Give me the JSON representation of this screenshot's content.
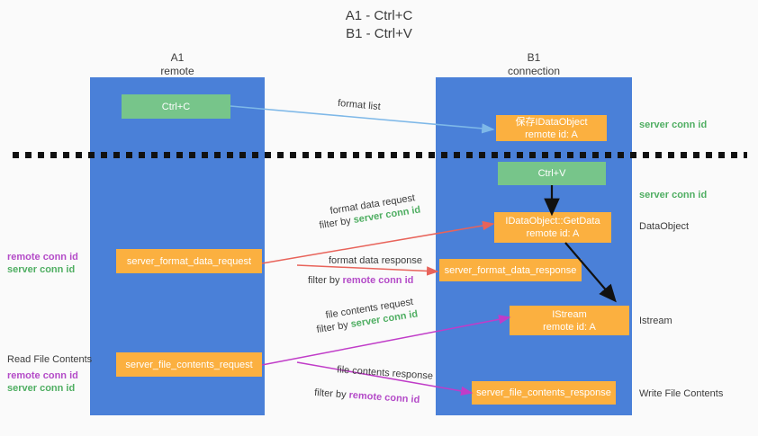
{
  "title": {
    "line1": "A1 - Ctrl+C",
    "line2": "B1 - Ctrl+V"
  },
  "columns": [
    {
      "id": "a1",
      "name": "A1",
      "sub": "remote"
    },
    {
      "id": "b1",
      "name": "B1",
      "sub": "connection"
    }
  ],
  "nodes": {
    "ctrl_c": {
      "label": "Ctrl+C"
    },
    "ctrl_v": {
      "label": "Ctrl+V"
    },
    "idataobject_store": {
      "line1": "保存IDataObject",
      "line2": "remote id: A"
    },
    "idataobject_getdata": {
      "line1": "IDataObject::GetData",
      "line2": "remote id: A"
    },
    "istream": {
      "line1": "IStream",
      "line2": "remote id: A"
    },
    "server_format_data_request": {
      "label": "server_format_data_request"
    },
    "server_format_data_response": {
      "label": "server_format_data_response"
    },
    "server_file_contents_request": {
      "label": "server_file_contents_request"
    },
    "server_file_contents_response": {
      "label": "server_file_contents_response"
    }
  },
  "right_labels": {
    "server_conn_id_top": "server conn id",
    "server_conn_id_mid": "server conn id",
    "dataobject": "DataObject",
    "istream": "Istream",
    "write_file_contents": "Write File Contents"
  },
  "left_labels": {
    "format_remote_conn_id": "remote conn id",
    "format_server_conn_id": "server conn id",
    "read_file_contents": "Read File Contents",
    "file_remote_conn_id": "remote conn id",
    "file_server_conn_id": "server conn id"
  },
  "edges": {
    "format_list": "format list",
    "format_data_request": "format data request",
    "format_data_request_filter_prefix": "filter by ",
    "format_data_request_filter_key": "server conn id",
    "format_data_response": "format data response",
    "format_data_response_filter_prefix": "filter by ",
    "format_data_response_filter_key": "remote conn id",
    "file_contents_request": "file contents request",
    "file_contents_request_filter_prefix": "filter by ",
    "file_contents_request_filter_key": "server conn id",
    "file_contents_response": "file contents response",
    "file_contents_response_filter_prefix": "filter by ",
    "file_contents_response_filter_key": "remote conn id"
  },
  "colors": {
    "column_blue": "#4a80d8",
    "node_green": "#77c58a",
    "node_orange": "#fbb040",
    "arrow_light_blue": "#7eb8e8",
    "arrow_red": "#e8635a",
    "arrow_magenta": "#c03cc8",
    "arrow_black": "#111111",
    "text_green": "#4fae62",
    "text_purple": "#b44bc8"
  }
}
